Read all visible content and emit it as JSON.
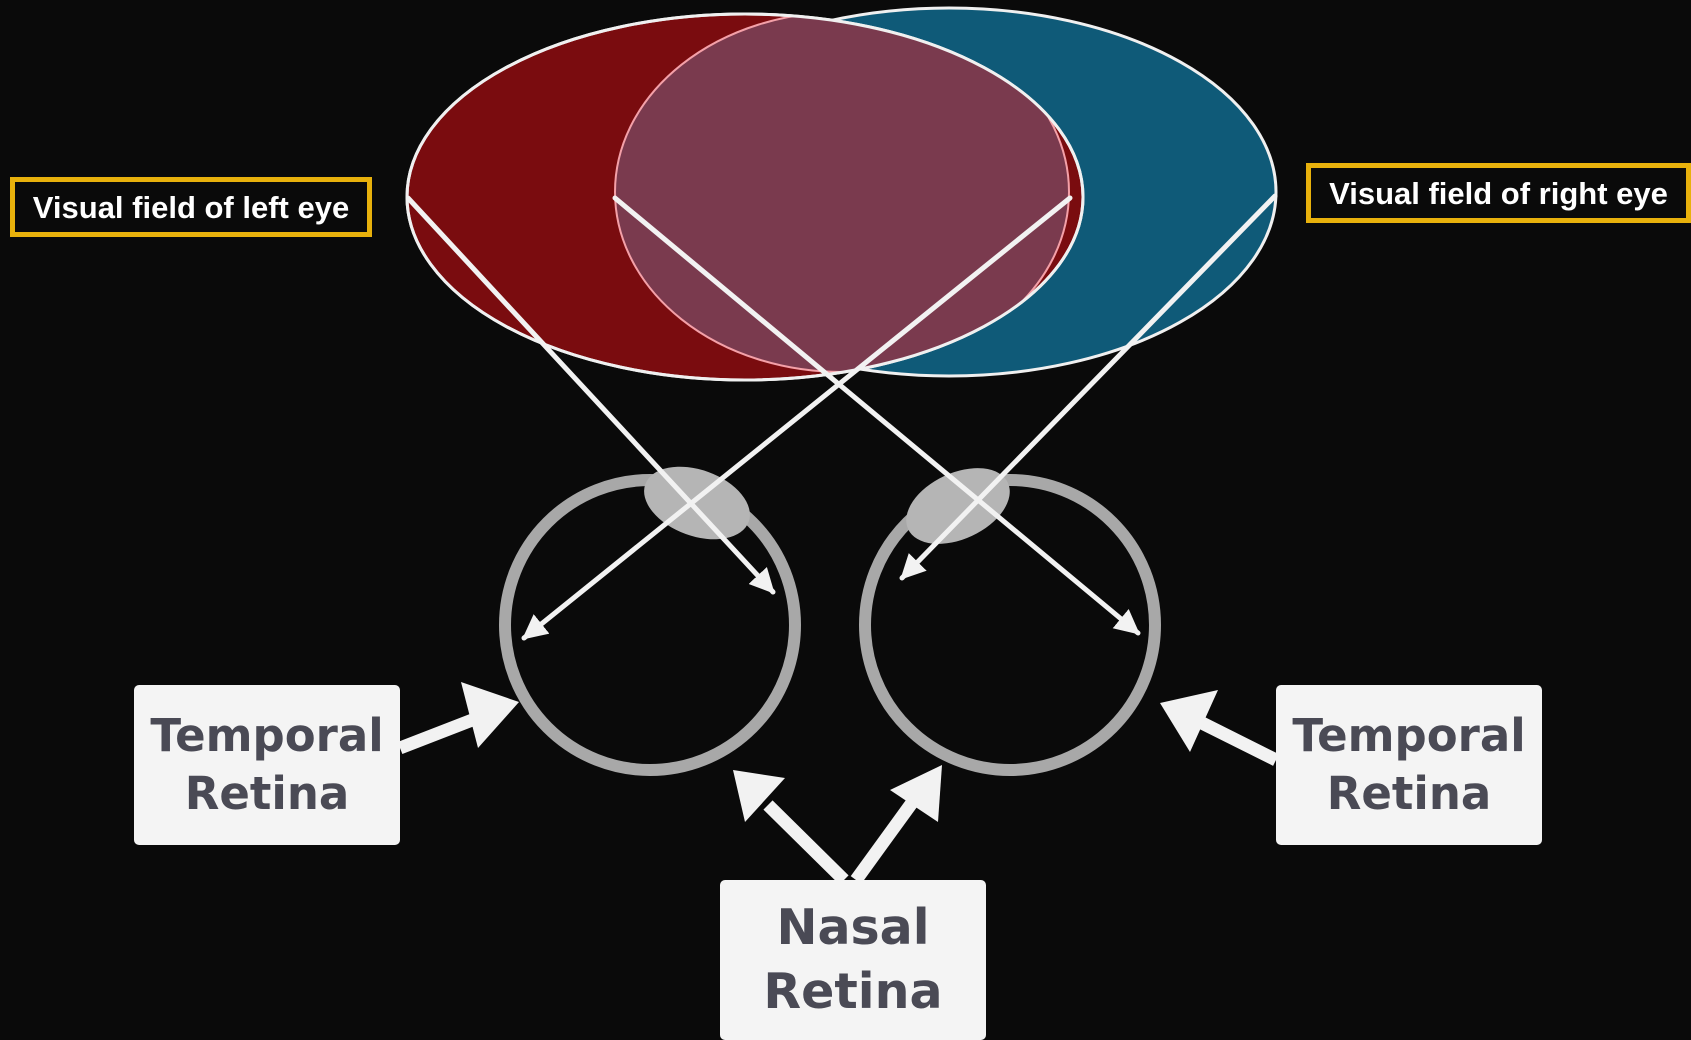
{
  "labels": {
    "left_field": "Visual field of left eye",
    "right_field": "Visual field of right eye"
  },
  "retina": {
    "temporal_left": [
      "Temporal",
      "Retina"
    ],
    "temporal_right": [
      "Temporal",
      "Retina"
    ],
    "nasal": [
      "Nasal",
      "Retina"
    ]
  },
  "colors": {
    "left_field": "#7a0c0f",
    "right_field": "#0f5a78",
    "overlap": "#7a3a4e",
    "label_border": "#e8b10c",
    "eye_outline": "#a8a8a8",
    "box_bg": "#f4f4f4",
    "box_text": "#4a4a55"
  }
}
